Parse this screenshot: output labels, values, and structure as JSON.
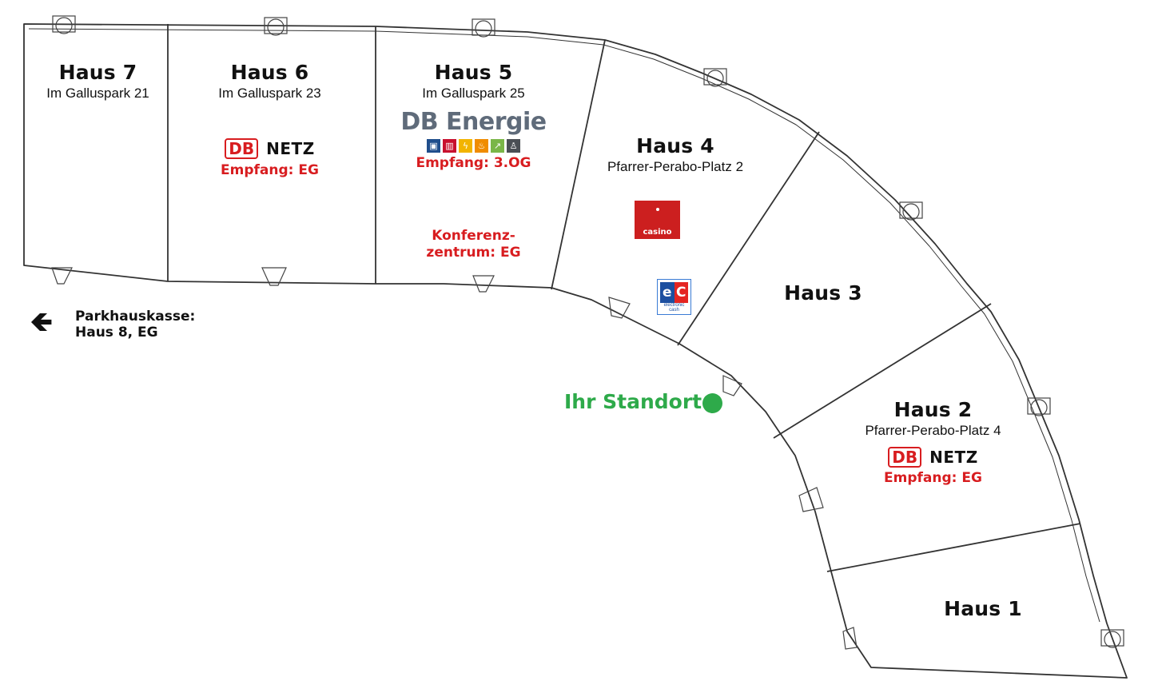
{
  "houses": {
    "haus7": {
      "name": "Haus 7",
      "address": "Im Galluspark 21"
    },
    "haus6": {
      "name": "Haus 6",
      "address": "Im Galluspark 23",
      "logo_db": "DB",
      "logo_netz": "NETZ",
      "reception": "Empfang: EG"
    },
    "haus5": {
      "name": "Haus 5",
      "address": "Im Galluspark 25",
      "logo": "DB Energie",
      "reception": "Empfang: 3.OG",
      "conference_line1": "Konferenz-",
      "conference_line2": "zentrum: EG"
    },
    "haus4": {
      "name": "Haus 4",
      "address": "Pfarrer-Perabo-Platz 2",
      "casino": "casino",
      "ec_e": "e",
      "ec_c": "C",
      "ec_sub": "electronic cash"
    },
    "haus3": {
      "name": "Haus 3"
    },
    "haus2": {
      "name": "Haus 2",
      "address": "Pfarrer-Perabo-Platz 4",
      "logo_db": "DB",
      "logo_netz": "NETZ",
      "reception": "Empfang: EG"
    },
    "haus1": {
      "name": "Haus 1"
    }
  },
  "parking": {
    "arrow": "🡸",
    "line1": "Parkhauskasse:",
    "line2": "Haus 8, EG"
  },
  "location": {
    "label": "Ihr Standort",
    "color": "#2eaa4a"
  },
  "colors": {
    "db_red": "#d81d20",
    "energie_grey": "#5f6b7a",
    "wall": "#333333"
  },
  "energy_icons": [
    {
      "icon": "rail-icon",
      "color": "#1f4e8c",
      "glyph": "▣"
    },
    {
      "icon": "fuel-icon",
      "color": "#c8102e",
      "glyph": "▥"
    },
    {
      "icon": "power-icon",
      "color": "#f2b400",
      "glyph": "ϟ"
    },
    {
      "icon": "flame-icon",
      "color": "#f08c00",
      "glyph": "♨"
    },
    {
      "icon": "chart-icon",
      "color": "#7ab648",
      "glyph": "↗"
    },
    {
      "icon": "tower-icon",
      "color": "#4a4f55",
      "glyph": "♙"
    }
  ]
}
